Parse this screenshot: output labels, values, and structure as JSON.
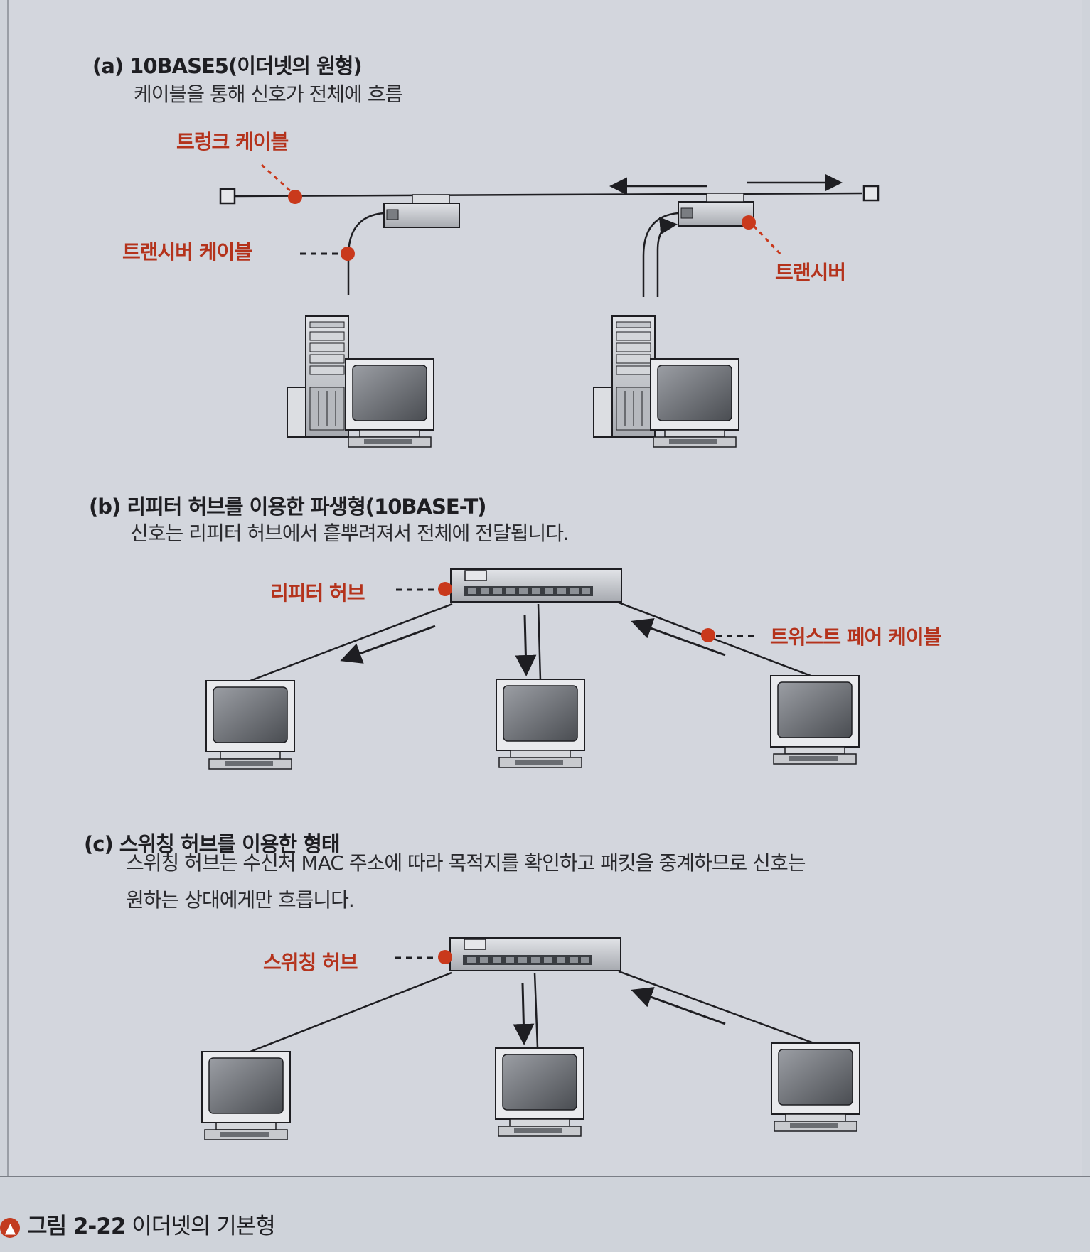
{
  "section_a": {
    "title": "(a) 10BASE5(이더넷의 원형)",
    "description": "케이블을 통해 신호가 전체에 흐름",
    "labels": {
      "trunk_cable": "트렁크 케이블",
      "transceiver_cable": "트랜시버 케이블",
      "transceiver": "트랜시버"
    }
  },
  "section_b": {
    "title": "(b) 리피터 허브를 이용한 파생형(10BASE-T)",
    "description": "신호는 리피터 허브에서 흩뿌려져서 전체에 전달됩니다.",
    "labels": {
      "repeater_hub": "리피터 허브",
      "twisted_pair": "트위스트 페어 케이블"
    }
  },
  "section_c": {
    "title": "(c) 스위칭 허브를 이용한 형태",
    "description_line1": "스위칭 허브는 수신처 MAC 주소에 따라 목적지를 확인하고 패킷을 중계하므로 신호는",
    "description_line2": "원하는 상대에게만 흐릅니다.",
    "labels": {
      "switching_hub": "스위칭 허브"
    }
  },
  "caption": {
    "number": "그림 2-22",
    "text": "이더넷의 기본형"
  },
  "colors": {
    "accent": "#b4331c",
    "marker": "#c9391c",
    "background": "#d3d6dd",
    "line": "#2a2a2e"
  },
  "icons": [
    "arrow-up-circle-icon",
    "computer-icon",
    "monitor-icon",
    "hub-icon",
    "terminator-icon"
  ]
}
